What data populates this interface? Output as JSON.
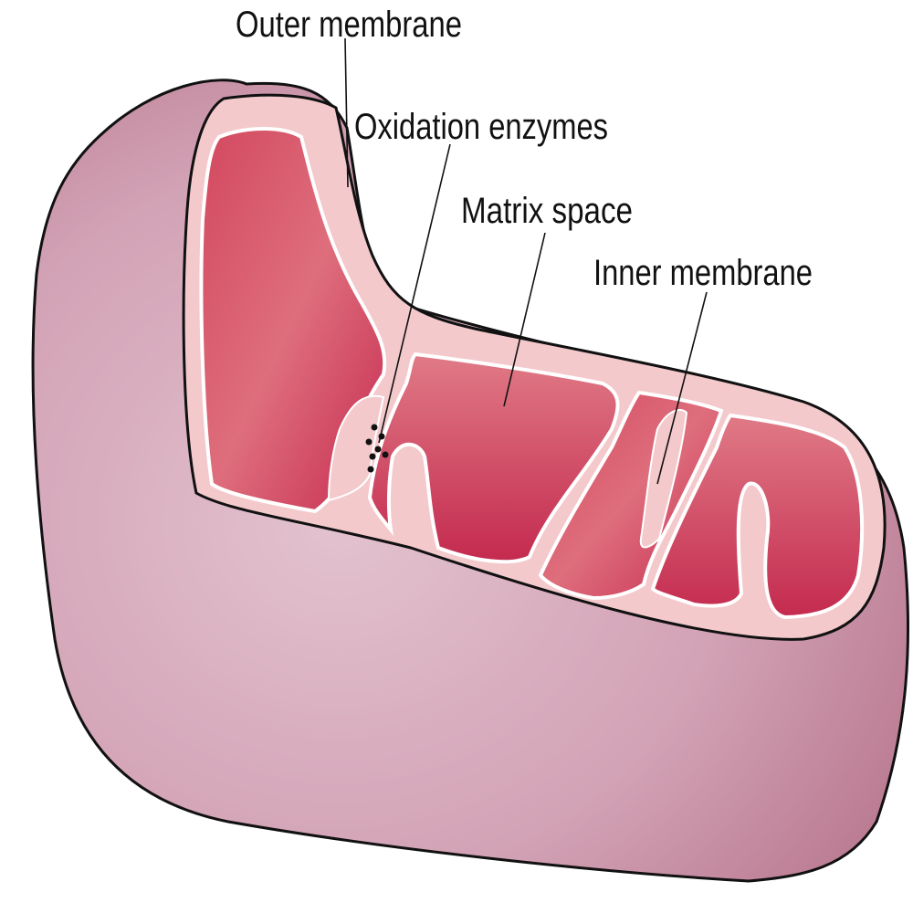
{
  "labels": {
    "outer_membrane": "Outer membrane",
    "oxidation_enzymes": "Oxidation enzymes",
    "matrix_space": "Matrix space",
    "inner_membrane": "Inner membrane"
  },
  "colors": {
    "outer_shell": "#c98ea6",
    "outer_shell_light": "#dcb8c6",
    "intermembrane": "#f3c9cc",
    "matrix": "#d9596e",
    "matrix_deep": "#c4224a",
    "membrane_line": "#ffffff",
    "outline": "#111111"
  }
}
